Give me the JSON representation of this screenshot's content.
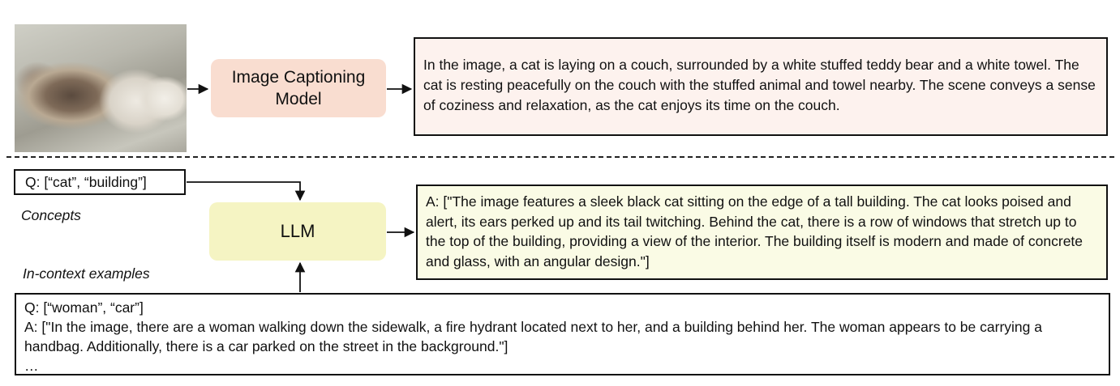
{
  "top_row": {
    "model_label": "Image Captioning Model",
    "caption_text": "In the image, a cat is laying on a couch, surrounded by a white stuffed teddy bear and a white towel. The cat is resting peacefully on the couch with the stuffed animal and towel nearby. The scene conveys a sense of coziness and relaxation, as the cat enjoys its time on the couch."
  },
  "bottom_row": {
    "query": "Q: [“cat”, “building”]",
    "concepts_label": "Concepts",
    "llm_label": "LLM",
    "incontext_label": "In-context examples",
    "llm_output": "A: [\"The image features a sleek black cat sitting on the edge of a tall building. The cat looks poised and alert, its ears perked up and its tail twitching. Behind the cat, there is a row of windows that stretch up to the top of the building, providing a view of the interior. The building itself is modern and made of concrete and glass, with an angular design.\"]",
    "example_lines": [
      "Q: [“woman”, “car”]",
      "A: [\"In the image, there are a woman walking down the sidewalk, a fire hydrant located next to her, and a building behind her. The woman appears to be carrying a handbag. Additionally, there is a car parked on the street in the background.\"]",
      "…"
    ]
  }
}
